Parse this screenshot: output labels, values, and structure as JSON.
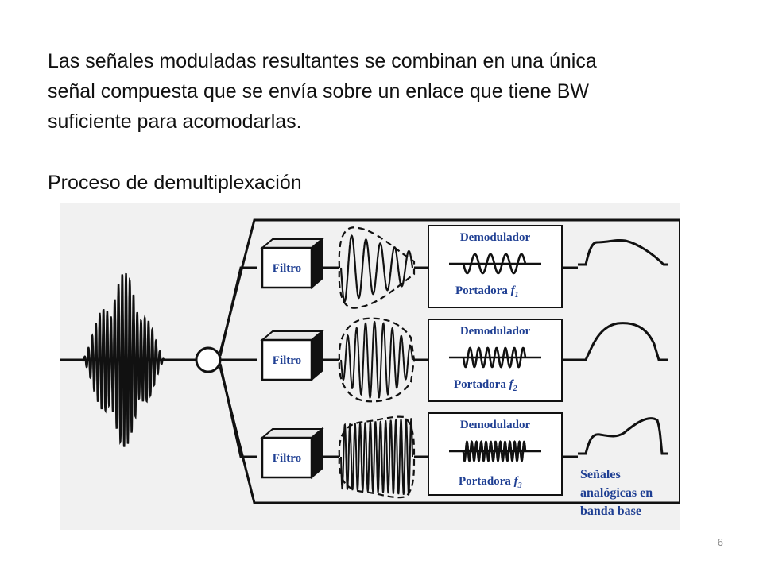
{
  "slide": {
    "paragraph_lines": [
      "Las señales moduladas resultantes se combinan en una única",
      "señal compuesta que se envía sobre un enlace que tiene BW",
      "suficiente para acomodarlas."
    ],
    "heading": "Proceso de demultiplexación",
    "slide_number": "6"
  },
  "diagram": {
    "filter_label": "Filtro",
    "demodulator_label": "Demodulador",
    "carrier_prefix": "Portadora ",
    "carrier_symbol": "f",
    "carrier_subscripts": [
      "1",
      "2",
      "3"
    ],
    "output_caption_lines": [
      "Señales",
      "analógicas en",
      "banda base"
    ],
    "colors": {
      "label_blue": "#1f3f93",
      "line": "#111111",
      "panel_bg": "#f1f1f1"
    }
  }
}
